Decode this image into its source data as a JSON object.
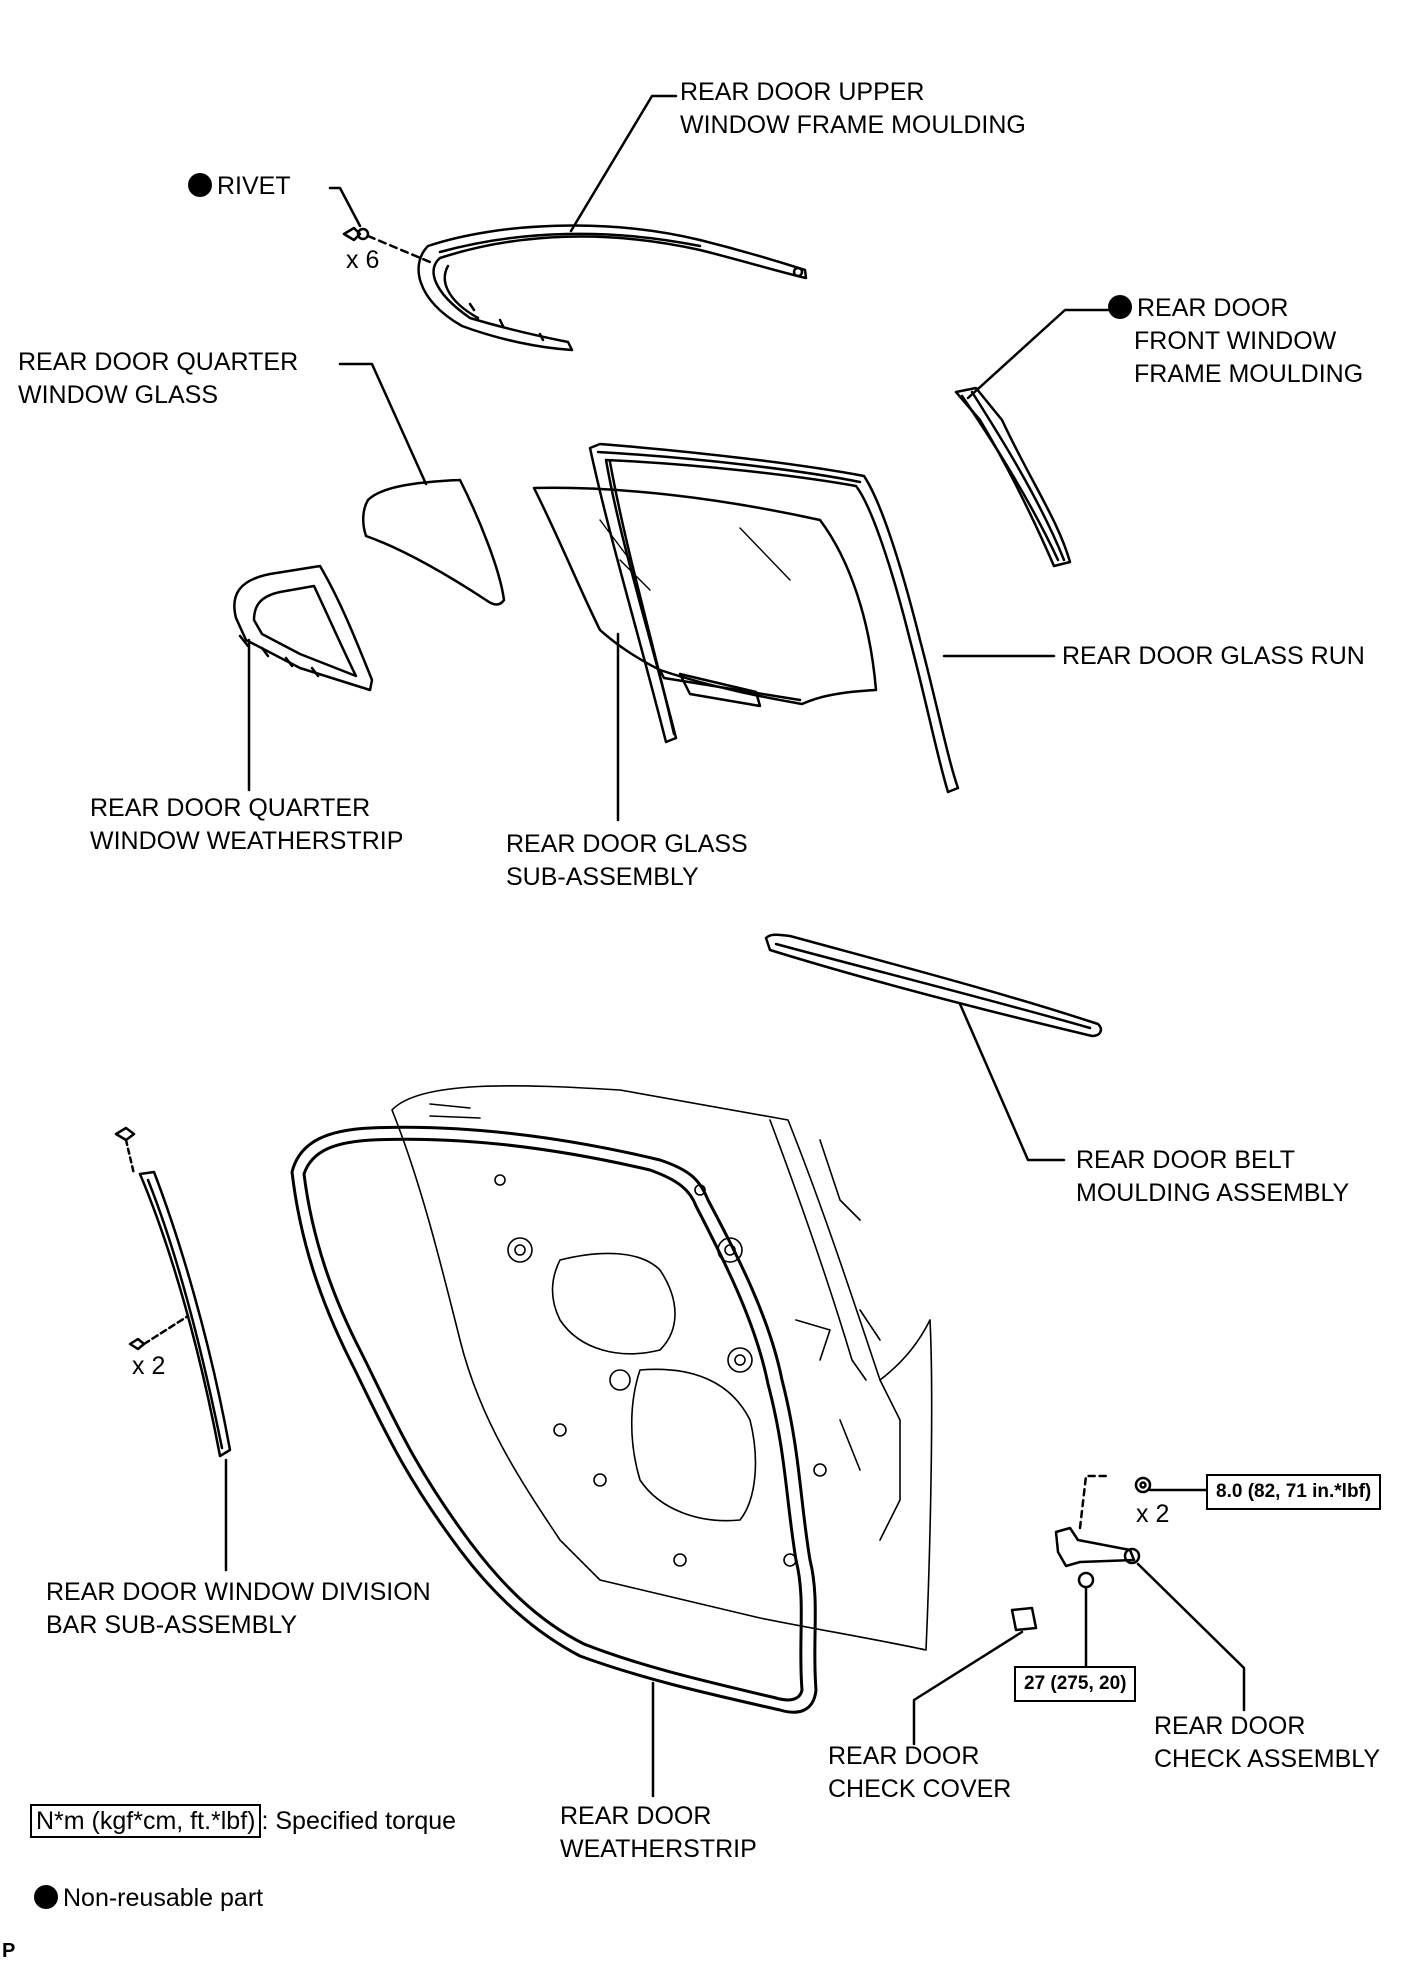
{
  "labels": {
    "upper_moulding": [
      "REAR DOOR UPPER",
      "WINDOW FRAME MOULDING"
    ],
    "rivet": "RIVET",
    "rivet_qty": "x 6",
    "front_moulding": [
      "REAR DOOR",
      "FRONT WINDOW",
      "FRAME MOULDING"
    ],
    "quarter_glass": [
      "REAR DOOR QUARTER",
      "WINDOW GLASS"
    ],
    "glass_run": "REAR DOOR GLASS RUN",
    "quarter_weatherstrip": [
      "REAR DOOR QUARTER",
      "WINDOW WEATHERSTRIP"
    ],
    "glass_sub_assembly": [
      "REAR DOOR GLASS",
      "SUB-ASSEMBLY"
    ],
    "belt_moulding": [
      "REAR DOOR BELT",
      "MOULDING ASSEMBLY"
    ],
    "division_bar": [
      "REAR DOOR WINDOW DIVISION",
      "BAR SUB-ASSEMBLY"
    ],
    "division_bar_qty": "x 2",
    "check_bolt_qty": "x 2",
    "weatherstrip": [
      "REAR DOOR",
      "WEATHERSTRIP"
    ],
    "check_cover": [
      "REAR DOOR",
      "CHECK COVER"
    ],
    "check_assembly": [
      "REAR DOOR",
      "CHECK ASSEMBLY"
    ]
  },
  "torques": {
    "check_nut": "8.0 (82, 71 in.*lbf)",
    "check_bolt": "27 (275, 20)"
  },
  "legend": {
    "torque_box": "N*m (kgf*cm, ft.*lbf)",
    "torque_text": ": Specified torque",
    "non_reusable": "Non-reusable part"
  },
  "corner_mark": "P"
}
